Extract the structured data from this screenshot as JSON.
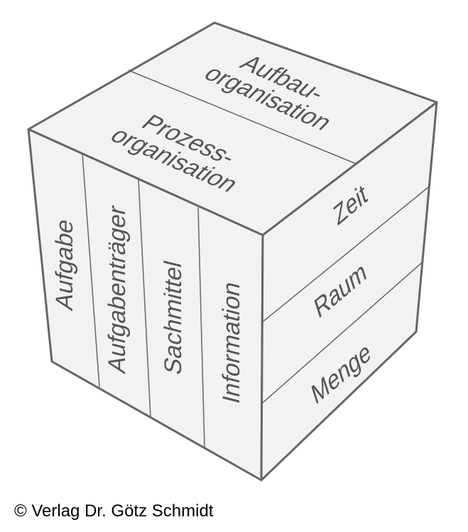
{
  "top_face": {
    "back_label": [
      "Aufbau-",
      "organisation"
    ],
    "front_label": [
      "Prozess-",
      "organisation"
    ]
  },
  "left_face": {
    "columns": [
      "Aufgabe",
      "Aufgabenträger",
      "Sachmittel",
      "Information"
    ]
  },
  "right_face": {
    "rows": [
      "Zeit",
      "Raum",
      "Menge"
    ]
  },
  "copyright": "© Verlag Dr. Götz Schmidt"
}
